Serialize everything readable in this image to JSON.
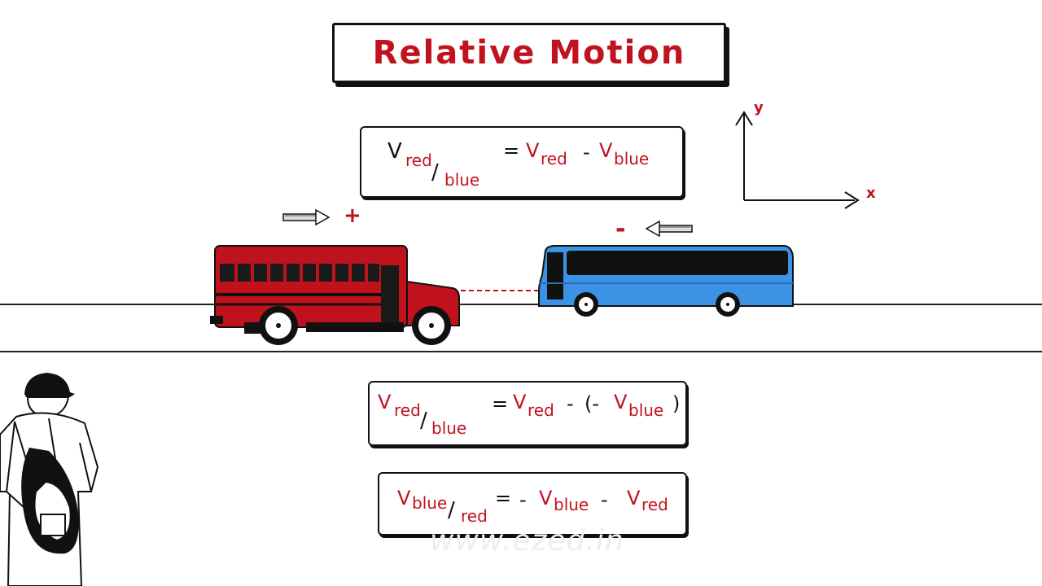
{
  "title": "Relative Motion",
  "axes": {
    "y_label": "y",
    "x_label": "x"
  },
  "signs": {
    "red_direction": "+",
    "blue_direction": "-"
  },
  "equations": {
    "eq1": {
      "lhs_v": "V",
      "lhs_sub1": "red",
      "lhs_slash": "/",
      "lhs_sub2": "blue",
      "eq": "=",
      "v1": "V",
      "v1_sub": "red",
      "op": "-",
      "v2": "V",
      "v2_sub": "blue"
    },
    "eq2": {
      "lhs_v": "V",
      "lhs_sub1": "red",
      "lhs_slash": "/",
      "lhs_sub2": "blue",
      "eq": "=",
      "v1": "V",
      "v1_sub": "red",
      "op": "-",
      "paren_open": "(-",
      "v2": "V",
      "v2_sub": "blue",
      "paren_close": ")"
    },
    "eq3": {
      "lhs_v": "V",
      "lhs_sub1": "blue",
      "lhs_slash": "/",
      "lhs_sub2": "red",
      "eq": "=",
      "neg": "-",
      "v1": "V",
      "v1_sub": "blue",
      "op": "-",
      "v2": "V",
      "v2_sub": "red"
    }
  },
  "watermark": "www.ezed.in",
  "colors": {
    "red_bus": "#c0121c",
    "blue_bus": "#3c93e6",
    "accent": "#c1121f"
  },
  "icons": [
    "right-arrow-icon",
    "left-arrow-icon",
    "red-school-bus",
    "blue-bus",
    "student-with-backpack"
  ]
}
